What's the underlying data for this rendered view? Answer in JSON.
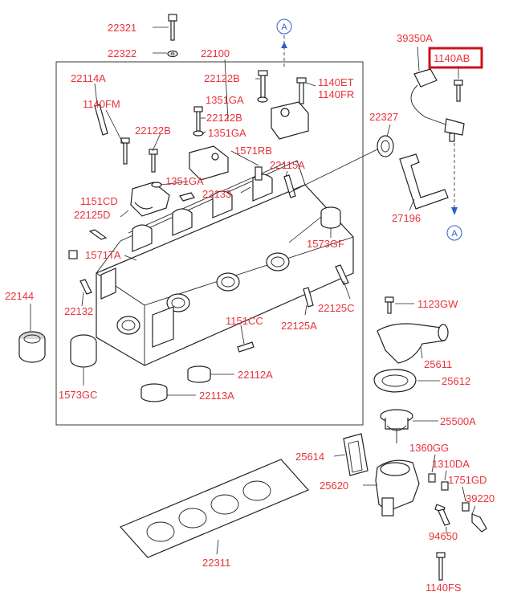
{
  "colors": {
    "label": "#e8333a",
    "highlight": "#d0101a",
    "marker": "#2a5fd1",
    "line": "#222222"
  },
  "markers": {
    "a_top": "A",
    "a_bottom": "A"
  },
  "labels": {
    "p22321": "22321",
    "p22322": "22322",
    "p22100": "22100",
    "p22114A": "22114A",
    "p22122B_top": "22122B",
    "p1140ET": "1140ET",
    "p1140FR": "1140FR",
    "p1351GA_top": "1351GA",
    "p1140FM": "1140FM",
    "p22122B_mid": "22122B",
    "p1351GA_mid": "1351GA",
    "p22122B_left": "22122B",
    "p1571RB": "1571RB",
    "p22115A": "22115A",
    "p1351GA_low": "1351GA",
    "p22133": "22133",
    "p1151CD": "1151CD",
    "p22125D": "22125D",
    "p1571TA": "1571TA",
    "p1573GF": "1573GF",
    "p22144": "22144",
    "p22132": "22132",
    "p1151CC": "1151CC",
    "p22125A": "22125A",
    "p22125C": "22125C",
    "p1573GC": "1573GC",
    "p22112A": "22112A",
    "p22113A": "22113A",
    "p39350A": "39350A",
    "p1140AB": "1140AB",
    "p22327": "22327",
    "p27196": "27196",
    "p1123GW": "1123GW",
    "p25611": "25611",
    "p25612": "25612",
    "p25500A": "25500A",
    "p25614": "25614",
    "p1360GG": "1360GG",
    "p1310DA": "1310DA",
    "p1751GD": "1751GD",
    "p25620": "25620",
    "p39220": "39220",
    "p94650": "94650",
    "p22311": "22311",
    "p1140FS": "1140FS"
  }
}
